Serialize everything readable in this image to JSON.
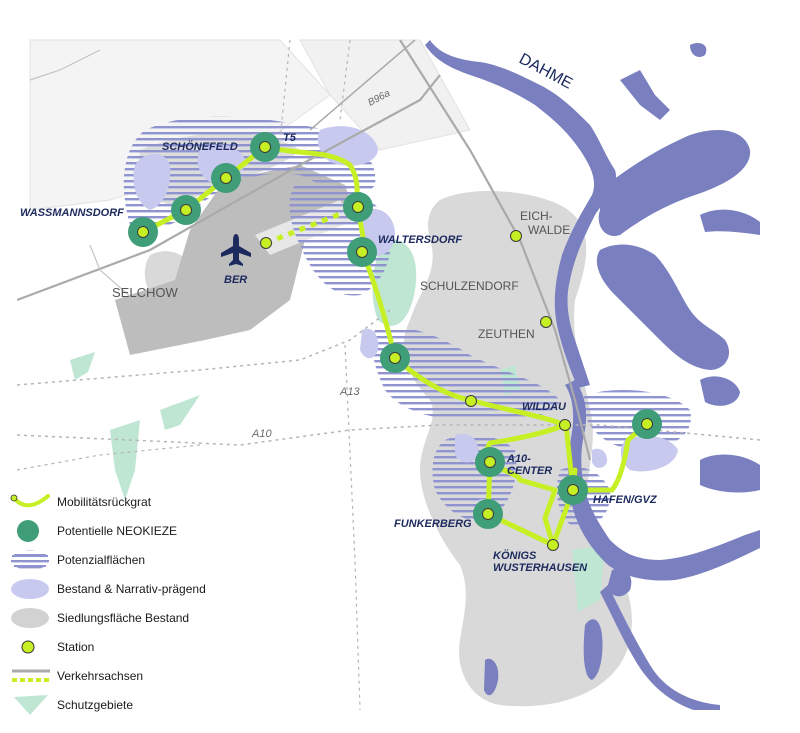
{
  "colors": {
    "water": "#7a7fbf",
    "settlement": "#d9d9d9",
    "bestand": "#c8c9ef",
    "potential_stripe": "#8f93d0",
    "neokiez": "#3f9e78",
    "station": "#c6f024",
    "route": "#c6f024",
    "protected": "#bfe5d3",
    "airport": "#bdbdbd",
    "label_dark": "#1c2a5e"
  },
  "map": {
    "river_label": "DAHME",
    "places": {
      "wassmannsdorf": "WASSMANNSDORF",
      "schoenefeld": "SCHÖNEFELD",
      "t5": "T5",
      "ber": "BER",
      "selchow": "SELCHOW",
      "waltersdorf": "WALTERSDORF",
      "eichwalde_1": "EICH-",
      "eichwalde_2": "WALDE",
      "schulzendorf": "SCHULZENDORF",
      "zeuthen": "ZEUTHEN",
      "wildau": "WILDAU",
      "a10center_1": "A10-",
      "a10center_2": "CENTER",
      "hafen": "HAFEN/GVZ",
      "funkerberg": "FUNKERBERG",
      "koenigs_1": "KÖNIGS",
      "koenigs_2": "WUSTERHAUSEN"
    },
    "roads": {
      "b96a": "B96a",
      "a13": "A13",
      "a10": "A10"
    },
    "airplane_icon": "airplane-icon"
  },
  "legend": {
    "items": [
      {
        "label": "Mobilitätsrückgrat"
      },
      {
        "label": "Potentielle NEOKIEZE"
      },
      {
        "label": "Potenzialflächen"
      },
      {
        "label": "Bestand & Narrativ-prägend"
      },
      {
        "label": "Siedlungsfläche Bestand"
      },
      {
        "label": "Station"
      },
      {
        "label": "Verkehrsachsen"
      },
      {
        "label": "Schutzgebiete"
      }
    ]
  }
}
